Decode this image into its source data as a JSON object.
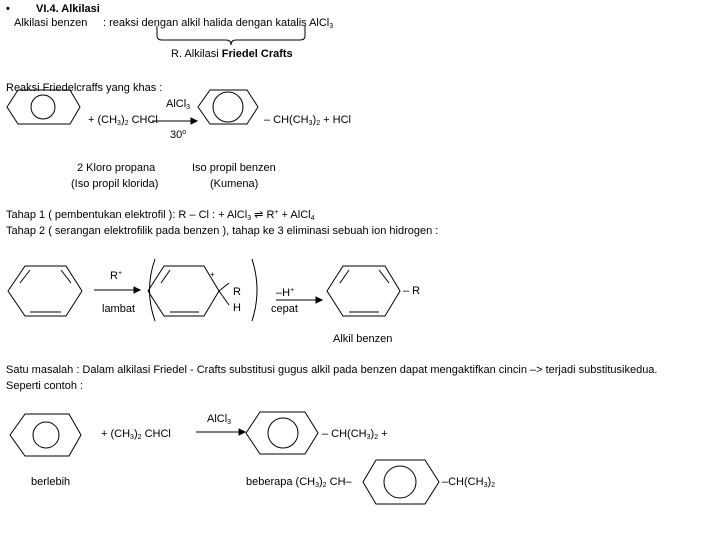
{
  "heading": {
    "bullet": "•",
    "title": "VI.4.  Alkilasi"
  },
  "intro": {
    "term": "Alkilasi benzen",
    "definition": ": reaksi dengan alkil halida dengan katalis AlCl",
    "def_sub": "3",
    "brace_label_prefix": "R. Alkilasi ",
    "brace_label_bold": "Friedel Crafts"
  },
  "reaction1": {
    "title": "Reaksi Friedelcraffs yang khas  :",
    "reagent": "+ (CH",
    "reagent_sub": "3",
    "reagent_end": ") 2 CHCl",
    "catalyst": "AlCl",
    "catalyst_sub": "3",
    "temperature": "30",
    "temp_unit": "o",
    "product_prefix": "–  CH(CH",
    "product_sub": "3",
    "product_mid": ")",
    "product_sub2": "2",
    "product_end": "  +  HCl",
    "label1_line1": "2 Kloro propana",
    "label1_line2": "(Iso propil klorida)",
    "label2_line1": "Iso propil benzen",
    "label2_line2": "(Kumena)"
  },
  "steps": {
    "step1_a": "Tahap 1 ( pembentukan elektrofil ):  R  – Cl : +  AlCl",
    "step1_sub": "3",
    "step1_b": "  ⇌  R",
    "step1_sup": "+",
    "step1_c": "  + AlCl",
    "step1_sub2": "4",
    "step2": "Tahap 2 ( serangan elektrofilik pada benzen ), tahap ke 3 eliminasi sebuah ion hidrogen :"
  },
  "mechanism": {
    "electrophile": "R",
    "electrophile_sup": "+",
    "slow": "lambat",
    "plus_charge": "+",
    "group_r": "R",
    "group_h": "H",
    "loss": "–H",
    "loss_sup": "+",
    "fast": "cepat",
    "product_group": "– R",
    "product_label": "Alkil benzen"
  },
  "problem": {
    "line1": "Satu masalah  : Dalam alkilasi Friedel -  Crafts substitusi gugus alkil pada benzen dapat mengaktifkan cincin –> terjadi substitusikedua.",
    "line2": "Seperti contoh  :"
  },
  "reaction2": {
    "reagent": "+ (CH",
    "reagent_sub": "3",
    "reagent_end": ") 2 CHCl",
    "catalyst": "AlCl",
    "catalyst_sub": "3",
    "product_prefix": "–  CH(CH",
    "product_sub": "3",
    "product_mid": ")",
    "product_sub2": "2",
    "product_end": "  +",
    "excess": "berlebih",
    "side_prefix": "beberapa (CH",
    "side_sub": "3",
    "side_mid": ")",
    "side_sub2": "2",
    "side_end": " CH–",
    "side_group_prefix": "–CH(CH",
    "side_group_sub": "3",
    "side_group_mid": ")",
    "side_group_sub2": "2"
  }
}
